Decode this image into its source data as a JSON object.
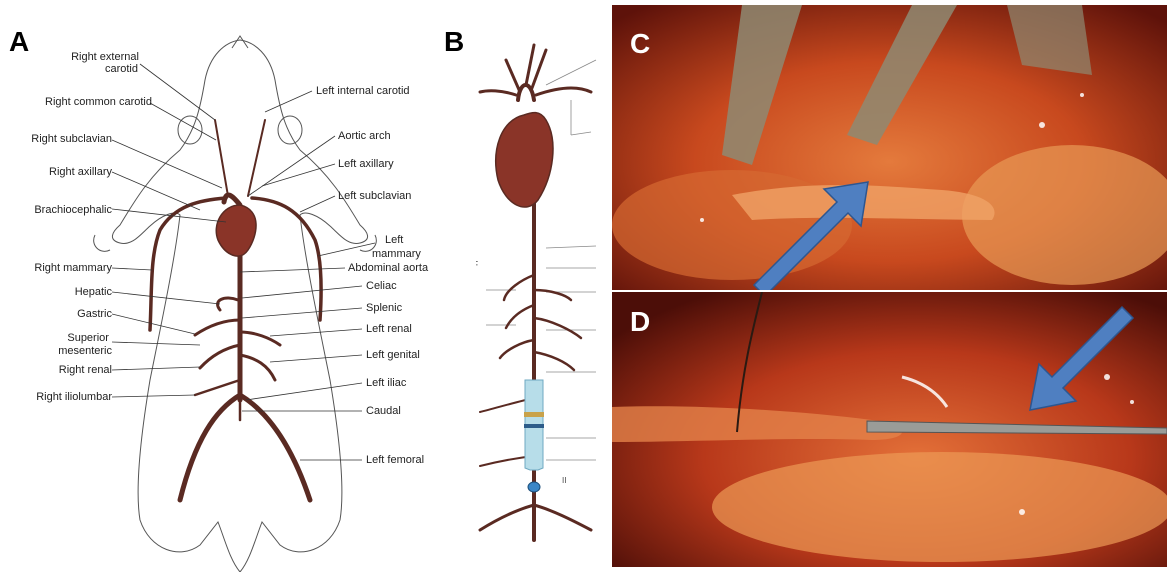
{
  "panels": {
    "a": {
      "letter": "A"
    },
    "b": {
      "letter": "B"
    },
    "c": {
      "letter": "C"
    },
    "d": {
      "letter": "D"
    }
  },
  "labels_left": [
    [
      "Right external",
      "carotid"
    ],
    [
      "Right common carotid"
    ],
    [
      "Right subclavian"
    ],
    [
      "Right axillary"
    ],
    [
      "Brachiocephalic"
    ],
    [
      "Right mammary"
    ],
    [
      "Hepatic"
    ],
    [
      "Gastric"
    ],
    [
      "Superior",
      "mesenteric"
    ],
    [
      "Right renal"
    ],
    [
      "Right iliolumbar"
    ]
  ],
  "labels_right": [
    [
      "Left internal carotid"
    ],
    [
      "Aortic arch"
    ],
    [
      "Left axillary"
    ],
    [
      "Left subclavian"
    ],
    [
      "Left",
      "mammary"
    ],
    [
      "Abdominal aorta"
    ],
    [
      "Celiac"
    ],
    [
      "Splenic"
    ],
    [
      "Left renal"
    ],
    [
      "Left genital"
    ],
    [
      "Left iliac"
    ],
    [
      "Caudal"
    ],
    [
      "Left femoral"
    ]
  ],
  "panel_b_side_mark": "F",
  "panel_b_small_mark": "II",
  "colors": {
    "artery": "#5a2a22",
    "heart": "#8a3428",
    "leader": "#333333",
    "device_blue": "#b7dde9",
    "arrow_blue": "#4f7fc1",
    "tissue": "#c8491e"
  }
}
